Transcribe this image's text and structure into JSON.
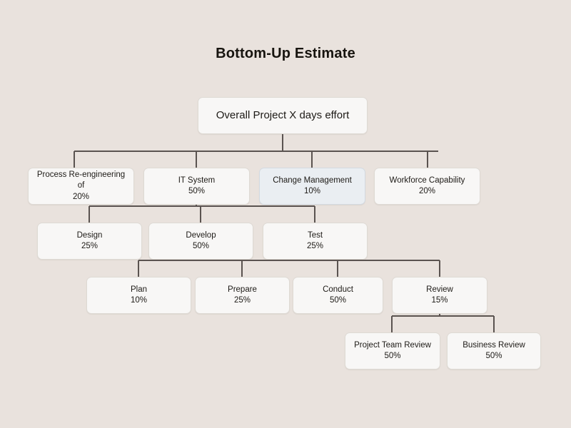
{
  "title": "Bottom-Up Estimate",
  "theme": {
    "background": "#e9e2dd",
    "node_fill": "#f8f7f6",
    "node_border": "#dedad4",
    "highlight_fill": "#eaeef2",
    "highlight_border": "#d3dae1",
    "connector": "#5a5350",
    "text": "#1d1a16"
  },
  "nodes": {
    "root": {
      "label": "Overall Project X days effort",
      "value": ""
    },
    "level1": [
      {
        "label": "Process Re-engineering of",
        "value": "20%",
        "highlighted": false
      },
      {
        "label": "IT System",
        "value": "50%",
        "highlighted": false
      },
      {
        "label": "Change Management",
        "value": "10%",
        "highlighted": true
      },
      {
        "label": "Workforce Capability",
        "value": "20%",
        "highlighted": false
      }
    ],
    "level2": [
      {
        "label": "Design",
        "value": "25%",
        "highlighted": false
      },
      {
        "label": "Develop",
        "value": "50%",
        "highlighted": false
      },
      {
        "label": "Test",
        "value": "25%",
        "highlighted": false
      }
    ],
    "level3": [
      {
        "label": "Plan",
        "value": "10%",
        "highlighted": false
      },
      {
        "label": "Prepare",
        "value": "25%",
        "highlighted": false
      },
      {
        "label": "Conduct",
        "value": "50%",
        "highlighted": false
      },
      {
        "label": "Review",
        "value": "15%",
        "highlighted": false
      }
    ],
    "level4": [
      {
        "label": "Project Team Review",
        "value": "50%",
        "highlighted": false
      },
      {
        "label": "Business Review",
        "value": "50%",
        "highlighted": false
      }
    ]
  }
}
